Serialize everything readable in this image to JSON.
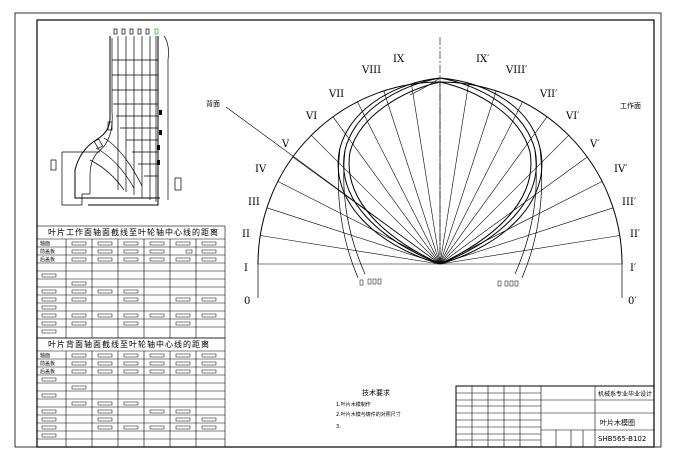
{
  "table_top": {
    "title": "叶片工作面轴面截线至叶轮轴中心线的距离",
    "row_labels": [
      "轴面",
      "前盖板",
      "后盖板"
    ]
  },
  "table_bottom": {
    "title": "叶片背面轴面截线至叶轮轴中心线的距离",
    "row_labels": [
      "轴面",
      "前盖板",
      "后盖板"
    ]
  },
  "fan_labels": {
    "left": [
      "0",
      "I",
      "II",
      "III",
      "IV",
      "V",
      "VI",
      "VII",
      "VIII",
      "IX"
    ],
    "right": [
      "I′",
      "II′",
      "III′",
      "IV′",
      "V′",
      "VI′",
      "VII′",
      "VIII′",
      "IX′"
    ],
    "back_face": "背面",
    "working_face": "工作面"
  },
  "notes": {
    "title": "技术要求",
    "lines": [
      "1.叶片木模制作",
      "2.叶片木模与铸件的对照尺寸",
      "3."
    ]
  },
  "title_block": {
    "school": "机械系专业毕业设计",
    "drawing_name": "叶片木模图",
    "drawing_no": "SHB565-B102"
  }
}
